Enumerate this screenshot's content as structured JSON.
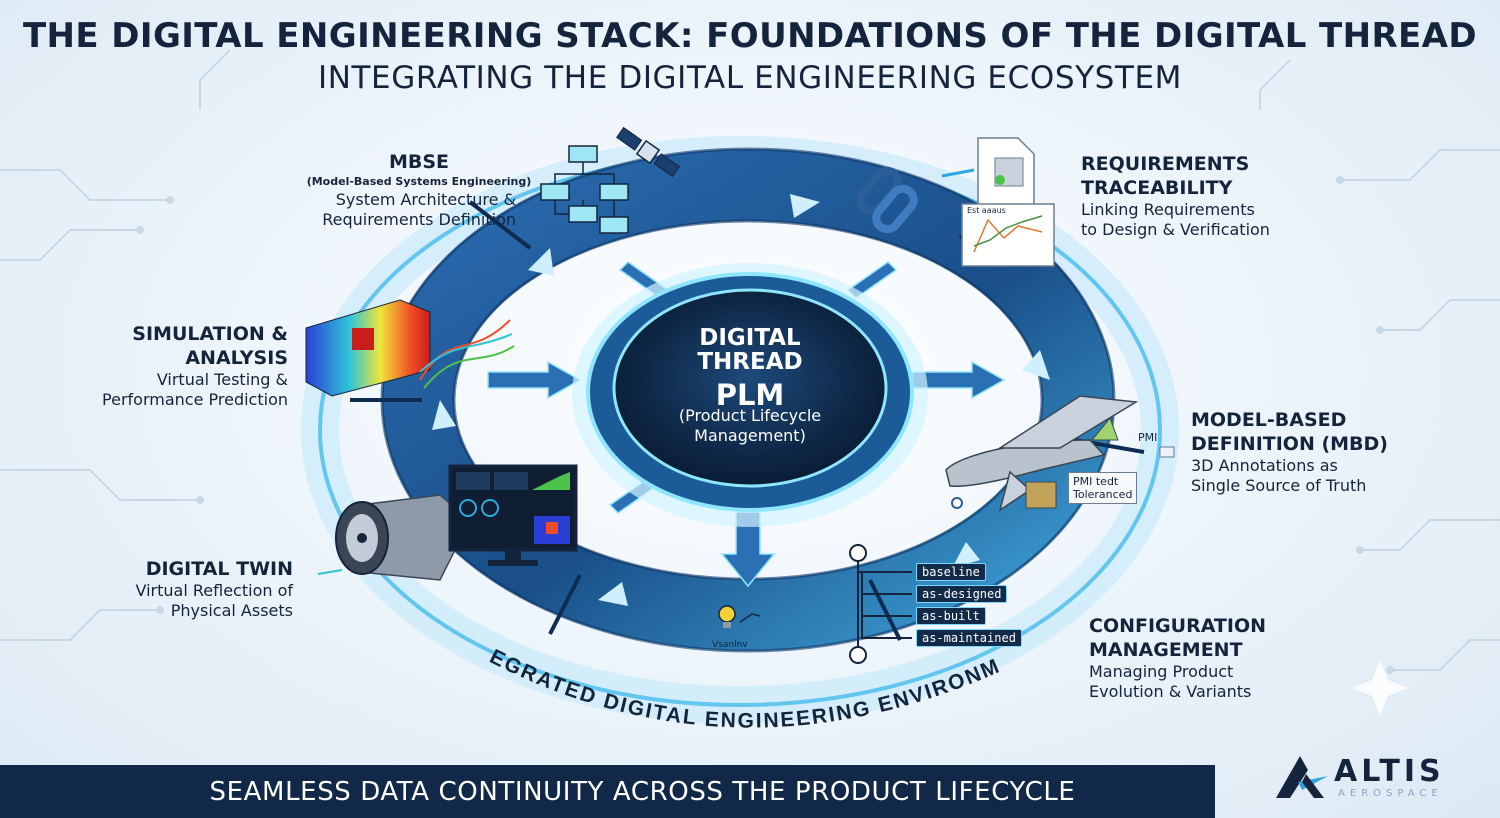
{
  "header": {
    "title": "THE DIGITAL ENGINEERING STACK: FOUNDATIONS OF THE DIGITAL THREAD",
    "subtitle": "INTEGRATING THE DIGITAL ENGINEERING ECOSYSTEM"
  },
  "center": {
    "line1": "DIGITAL",
    "line2": "THREAD",
    "line3": "PLM",
    "line4": "(Product Lifecycle",
    "line5": "Management)"
  },
  "nodes": {
    "mbse": {
      "title": "MBSE",
      "expansion": "(Model-Based Systems Engineering)",
      "desc1": "System Architecture &",
      "desc2": "Requirements Definition"
    },
    "requirements": {
      "title1": "REQUIREMENTS",
      "title2": "TRACEABILITY",
      "desc1": "Linking Requirements",
      "desc2": "to Design & Verification"
    },
    "simulation": {
      "title1": "SIMULATION &",
      "title2": "ANALYSIS",
      "desc1": "Virtual Testing &",
      "desc2": "Performance Prediction"
    },
    "mbd": {
      "title1": "MODEL-BASED",
      "title2": "DEFINITION (MBD)",
      "desc1": "3D Annotations as",
      "desc2": "Single Source of Truth"
    },
    "twin": {
      "title": "DIGITAL TWIN",
      "desc1": "Virtual Reflection of",
      "desc2": "Physical Assets"
    },
    "config": {
      "title1": "CONFIGURATION",
      "title2": "MANAGEMENT",
      "desc1": "Managing Product",
      "desc2": "Evolution & Variants"
    }
  },
  "callouts": {
    "pmi": "PMI",
    "pmi_note1": "PMI tedt",
    "pmi_note2": "Toleranced",
    "chart_title": "Est aaaus",
    "bulb_label": "Vsanlnv"
  },
  "config_states": [
    "baseline",
    "as-designed",
    "as-built",
    "as-maintained"
  ],
  "ring_label": "INTEGRATED DIGITAL ENGINEERING ENVIRONMENT",
  "footer": {
    "text": "SEAMLESS DATA CONTINUITY ACROSS THE PRODUCT LIFECYCLE"
  },
  "logo": {
    "name": "ALTIS",
    "sub": "AEROSPACE"
  },
  "colors": {
    "navy": "#14243c",
    "ring_dark": "#1b4f86",
    "ring_light": "#4fb6e6",
    "glow": "#8ee6ff",
    "footer": "#112848"
  }
}
